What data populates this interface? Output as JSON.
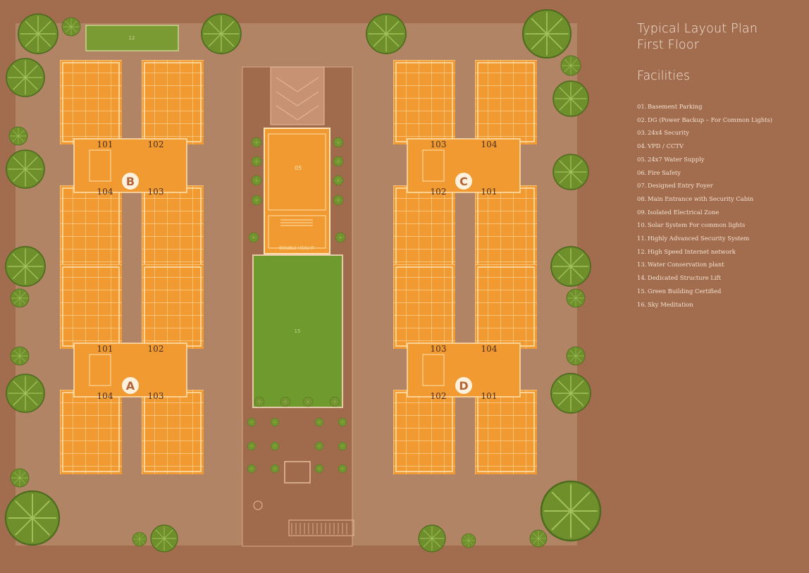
{
  "title": {
    "line1": "Typical Layout Plan",
    "line2": "First Floor"
  },
  "facilities_heading": "Facilities",
  "facilities": [
    {
      "num": "01.",
      "label": "Basement Parking"
    },
    {
      "num": "02.",
      "label": "DG (Power Backup – For Common Lights)"
    },
    {
      "num": "03.",
      "label": "24x4 Security"
    },
    {
      "num": "04.",
      "label": "VPD / CCTV"
    },
    {
      "num": "05.",
      "label": "24x7 Water Supply"
    },
    {
      "num": "06.",
      "label": "Fire Safety"
    },
    {
      "num": "07.",
      "label": "Designed Entry Foyer"
    },
    {
      "num": "08.",
      "label": "Main Entrance with Security Cabin"
    },
    {
      "num": "09.",
      "label": "Isolated Electrical Zone"
    },
    {
      "num": "10.",
      "label": "Solar System For common lights"
    },
    {
      "num": "11.",
      "label": "Highly Advanced Security System"
    },
    {
      "num": "12.",
      "label": "High Speed Internet network"
    },
    {
      "num": "13.",
      "label": "Water Conservation plant"
    },
    {
      "num": "14.",
      "label": "Dedicated Structure Lift"
    },
    {
      "num": "15.",
      "label": "Green Building Certified"
    },
    {
      "num": "16.",
      "label": "Sky Meditation"
    }
  ],
  "plan": {
    "blocks": [
      {
        "letter": "B",
        "units": [
          "101",
          "102",
          "104",
          "103"
        ]
      },
      {
        "letter": "A",
        "units": [
          "101",
          "102",
          "104",
          "103"
        ]
      },
      {
        "letter": "C",
        "units": [
          "103",
          "104",
          "102",
          "101"
        ]
      },
      {
        "letter": "D",
        "units": [
          "103",
          "104",
          "102",
          "101"
        ]
      }
    ],
    "court_label": "12",
    "lawn_label": "15",
    "gym_label": "05",
    "double_height_label": "DOUBLE HEIGHT"
  },
  "colors": {
    "background": "#a26c4f",
    "site": "#b18466",
    "building": "#f09a31",
    "lawn": "#6f9a2e",
    "tree": "#6e8f2c",
    "legend_text": "#f4e6d6"
  }
}
